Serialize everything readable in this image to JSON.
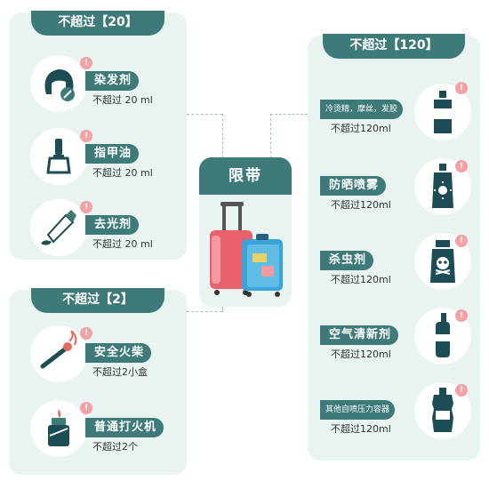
{
  "left_top": {
    "header": "不超过【20】",
    "items": [
      {
        "label": "染发剂",
        "limit": "不超过 20 ml",
        "badge": "!"
      },
      {
        "label": "指甲油",
        "limit": "不超过 20 ml",
        "badge": "!"
      },
      {
        "label": "去光剂",
        "limit": "不超过 20 ml",
        "badge": "!"
      }
    ]
  },
  "left_bottom": {
    "header": "不超过【2】",
    "items": [
      {
        "label": "安全火柴",
        "limit": "不超过2小盒",
        "badge": "!"
      },
      {
        "label": "普通打火机",
        "limit": "不超过2个",
        "badge": "!"
      }
    ]
  },
  "center": {
    "title": "限带"
  },
  "right": {
    "header": "不超过【120】",
    "items": [
      {
        "label": "冷烫精，摩丝，发胶",
        "limit": "不超过120ml",
        "badge": "!"
      },
      {
        "label": "防晒喷雾",
        "limit": "不超过120ml",
        "badge": "!"
      },
      {
        "label": "杀虫剂",
        "limit": "不超过120ml",
        "badge": "!"
      },
      {
        "label": "空气清新剂",
        "limit": "不超过120ml",
        "badge": "!"
      },
      {
        "label": "其他自喷压力容器",
        "limit": "不超过120ml",
        "badge": "!"
      }
    ]
  },
  "colors": {
    "accent": "#3d7a78",
    "panel": "#e9f3ef",
    "badge": "#f2a1a7",
    "icon_dark": "#1d4d54"
  }
}
